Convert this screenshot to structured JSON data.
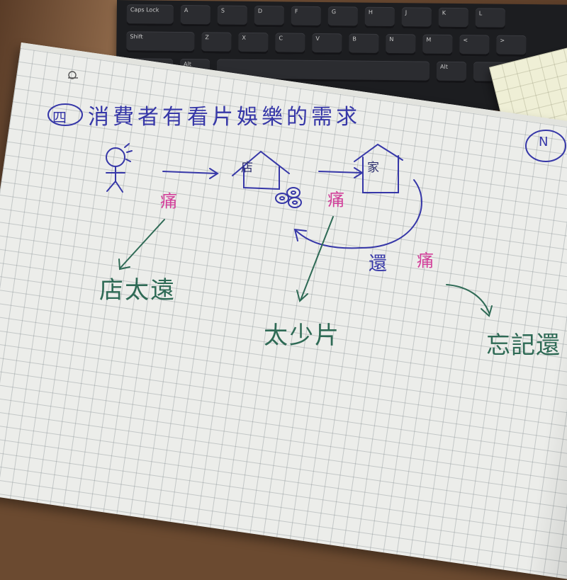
{
  "keyboard": {
    "rows": [
      [
        "Caps Lock",
        "A",
        "S",
        "D",
        "F",
        "G",
        "H",
        "J",
        "K",
        "L"
      ],
      [
        "Shift",
        "Z",
        "X",
        "C",
        "V",
        "B",
        "N",
        "M",
        "<",
        ">"
      ],
      [
        "",
        "Alt",
        "",
        "Alt",
        ""
      ]
    ]
  },
  "notes": {
    "section_number": "四",
    "title": "消費者有看片娛樂的需求",
    "store": "店",
    "home": "家",
    "pain": "痛",
    "return": "還",
    "store_far": "店太遠",
    "too_few": "太少片",
    "forget_return": "忘記還",
    "corner_mark": "N"
  },
  "colors": {
    "blue_ink": "#3637a8",
    "pink_ink": "#d2409a",
    "green_ink": "#2e6a55",
    "paper": "#ecedea"
  }
}
